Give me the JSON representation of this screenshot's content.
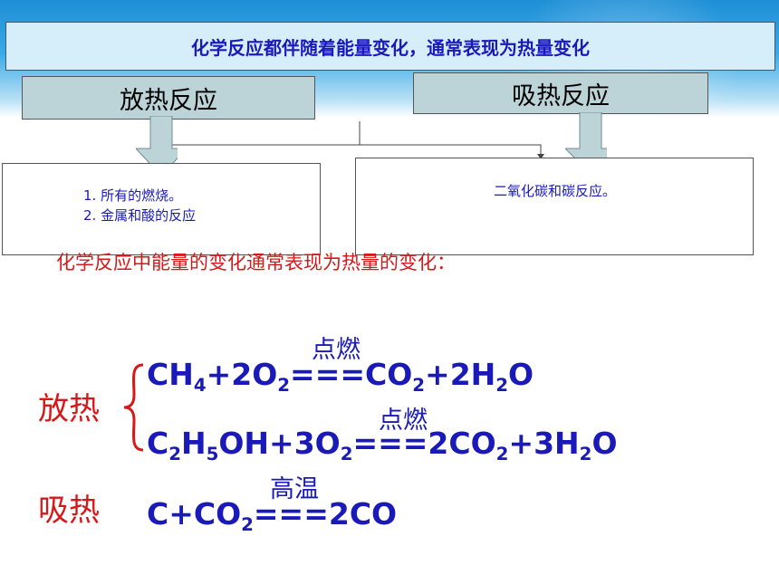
{
  "title": "化学反应都伴随着能量变化，通常表现为热量变化",
  "exothermic": {
    "heading": "放热反应",
    "items": [
      "1. 所有的燃烧。",
      "2. 金属和酸的反应"
    ]
  },
  "endothermic": {
    "heading": "吸热反应",
    "items": [
      "二氧化碳和碳反应。"
    ]
  },
  "note": "化学反应中能量的变化通常表现为热量的变化：",
  "labels": {
    "exo": "放热",
    "endo": "吸热"
  },
  "equations": {
    "eq1": {
      "condition": "点燃",
      "parts": [
        "CH",
        "4",
        "+2O",
        "2",
        "===CO",
        "2",
        "+2H",
        "2",
        "O"
      ]
    },
    "eq2": {
      "condition": "点燃",
      "parts": [
        "C",
        "2",
        "H",
        "5",
        "OH+3O",
        "2",
        "===2CO",
        "2",
        "+3H",
        "2",
        "O"
      ]
    },
    "eq3": {
      "condition": "高温",
      "parts": [
        "C+CO",
        "2",
        "===2CO"
      ]
    }
  },
  "colors": {
    "title_text": "#1a1ab8",
    "equation": "#1a1ab8",
    "red": "#d61818",
    "heading_fill": "#bcd4d8",
    "arrow_fill": "#bcd4d8"
  },
  "icons": {
    "exo_arrow": "down-arrow-icon",
    "endo_arrow": "down-arrow-icon",
    "brace": "left-brace-icon"
  }
}
